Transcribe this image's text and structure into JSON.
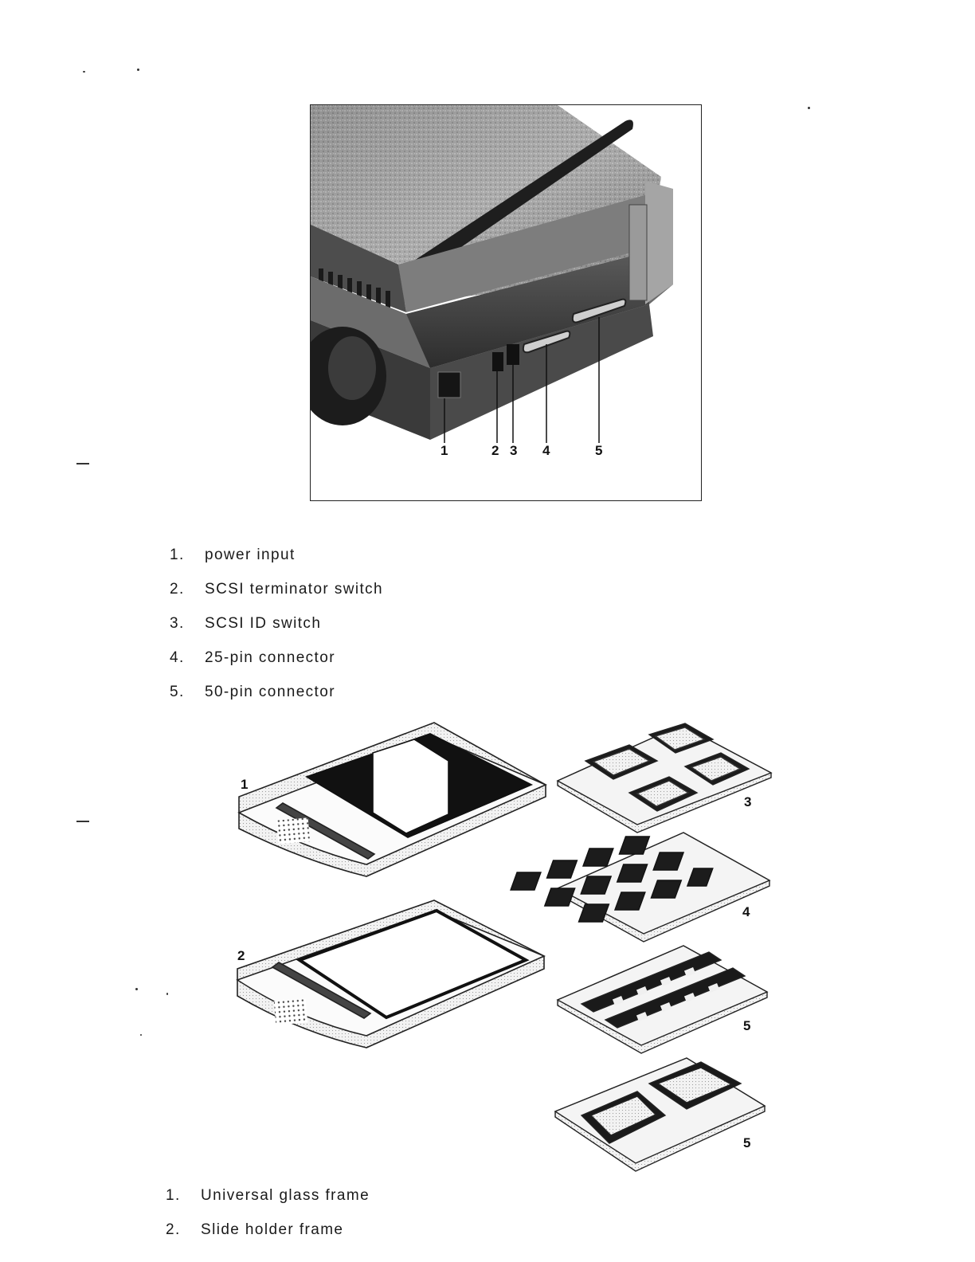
{
  "photo": {
    "callouts": [
      "1",
      "2",
      "3",
      "4",
      "5"
    ]
  },
  "connector_list": [
    {
      "num": "1.",
      "text": "power input"
    },
    {
      "num": "2.",
      "text": "SCSI terminator switch"
    },
    {
      "num": "3.",
      "text": "SCSI ID switch"
    },
    {
      "num": "4.",
      "text": "25-pin connector"
    },
    {
      "num": "5.",
      "text": "50-pin connector"
    }
  ],
  "frames": {
    "left_labels": [
      "1",
      "2"
    ],
    "right_labels": [
      "3",
      "4",
      "5",
      "5"
    ]
  },
  "frame_list": [
    {
      "num": "1.",
      "text": "Universal glass frame"
    },
    {
      "num": "2.",
      "text": "Slide holder frame"
    }
  ]
}
